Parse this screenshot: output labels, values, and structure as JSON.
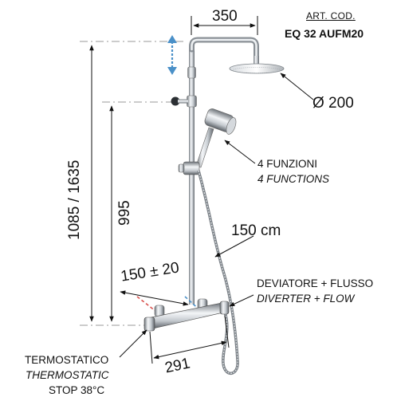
{
  "header": {
    "art_label": "ART. COD.",
    "art_code": "EQ 32 AUFM20"
  },
  "dimensions": {
    "arm_length": "350",
    "head_diameter": "Ø 200",
    "height_total": "1085 / 1635",
    "height_bar": "995",
    "hose_length": "150 cm",
    "inlet_spacing": "150 ± 20",
    "mixer_width": "291"
  },
  "callouts": {
    "functions_it": "4 FUNZIONI",
    "functions_en": "4 FUNCTIONS",
    "diverter_it": "DEVIATORE + FLUSSO",
    "diverter_en": "DIVERTER + FLOW",
    "thermo_it": "TERMOSTATICO",
    "thermo_en": "THERMOSTATIC",
    "thermo_stop": "STOP 38°C"
  },
  "colors": {
    "adjust_arrow": "#4a90c8",
    "hot_inlet": "#d9534f",
    "cold_inlet": "#4a90c8",
    "chrome": "#9aa0a6"
  }
}
